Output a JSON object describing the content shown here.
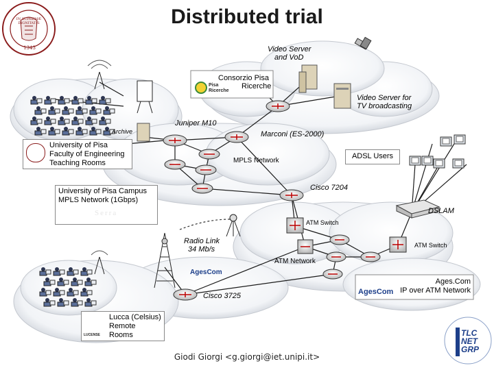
{
  "slide": {
    "title": "Distributed trial",
    "footer": "Giodi Giorgi <g.giorgi@iet.unipi.it>"
  },
  "labels": {
    "video_server_vod": [
      "Video Server",
      "and VoD"
    ],
    "consorzio": [
      "Consorzio Pisa",
      "Ricerche"
    ],
    "pisa_ricerche": [
      "Pisa",
      "Ricerche"
    ],
    "video_server_tv": [
      "Video Server for",
      "TV broadcasting"
    ],
    "archive": "Archive",
    "juniper": "Juniper M10",
    "marconi": "Marconi (ES-2000)",
    "unipi_eng": [
      "University of Pisa",
      "Faculty of Engineering",
      "Teaching Rooms"
    ],
    "mpls": "MPLS Network",
    "adsl_users": "ADSL Users",
    "campus": [
      "University of Pisa Campus",
      "MPLS Network (1Gbps)"
    ],
    "serra": "Serra",
    "cisco7204": "Cisco 7204",
    "dslam": "DSLAM",
    "atm_switch_1": "ATM Switch",
    "atm_switch_2": "ATM Switch",
    "radio_link": [
      "Radio Link",
      "34 Mb/s"
    ],
    "atm_network": "ATM Network",
    "agescom_logo": "AgesCom",
    "agescom_right": [
      "Ages.Com",
      "IP over ATM Network"
    ],
    "cisco3725": "Cisco 3725",
    "lucca": [
      "Lucca (Celsius)",
      "Remote Rooms"
    ],
    "lucense": "LUCENSE",
    "seal_text": "IN SUPREMÆ DIGNITATIS",
    "seal_year": "1343",
    "tlc_logo": [
      "TLC",
      "NET",
      "GRP"
    ]
  }
}
